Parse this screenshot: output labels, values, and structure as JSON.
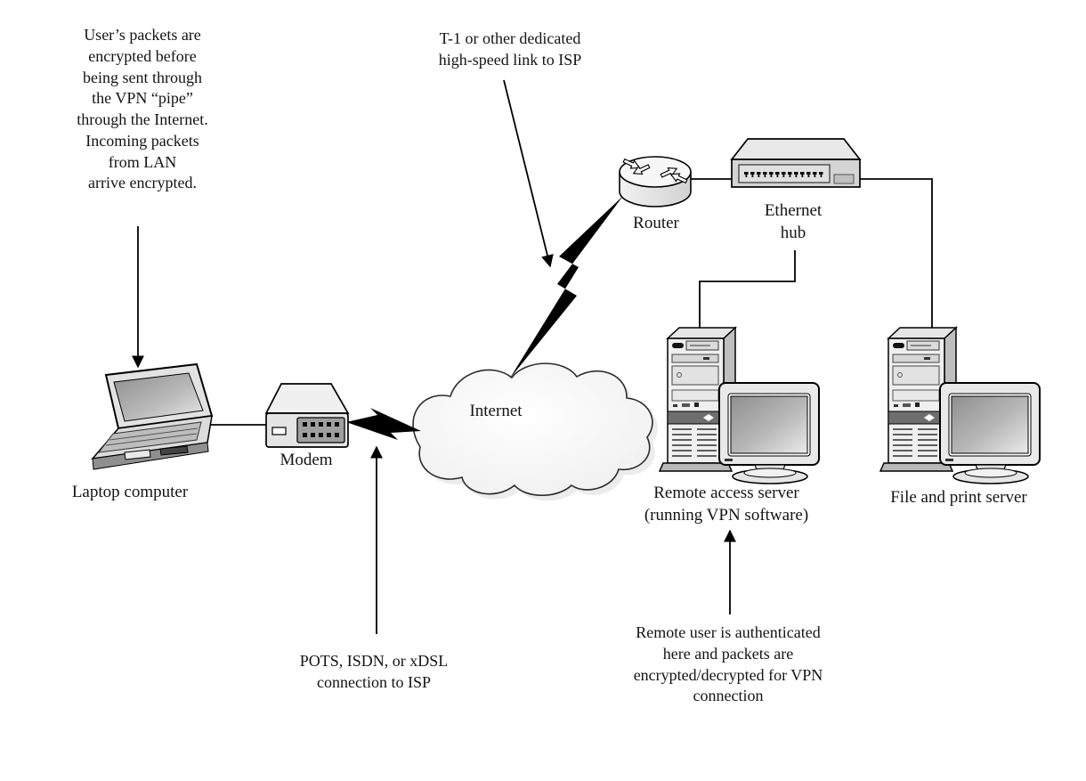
{
  "annotations": {
    "user_packets": "User’s packets are\nencrypted before\nbeing sent through\nthe VPN “pipe”\nthrough the Internet.\nIncoming packets\nfrom LAN\narrive encrypted.",
    "t1_link": "T-1 or other dedicated\nhigh-speed link to ISP",
    "pots": "POTS, ISDN, or xDSL\nconnection to ISP",
    "remote_auth": "Remote user is authenticated\nhere and packets are\nencrypted/decrypted for VPN\nconnection"
  },
  "labels": {
    "laptop": "Laptop computer",
    "modem": "Modem",
    "internet": "Internet",
    "router": "Router",
    "ethernet_hub": "Ethernet\nhub",
    "remote_access_server": "Remote access server\n(running VPN software)",
    "file_print_server": "File and print server"
  },
  "icons": {
    "laptop": "laptop-icon",
    "modem": "modem-icon",
    "cloud": "internet-cloud",
    "router": "router-icon",
    "hub": "ethernet-hub-icon",
    "server": "server-tower-with-monitor-icon",
    "lightning": "lightning-bolt-link"
  },
  "colors": {
    "background": "#ffffff",
    "line": "#000000",
    "device_light": "#ececec",
    "device_mid": "#d8d8d8",
    "device_dark": "#6e6e6e",
    "screen_dark": "#9a9a9a",
    "cloud_fill": "#fafafa",
    "text": "#141414"
  }
}
